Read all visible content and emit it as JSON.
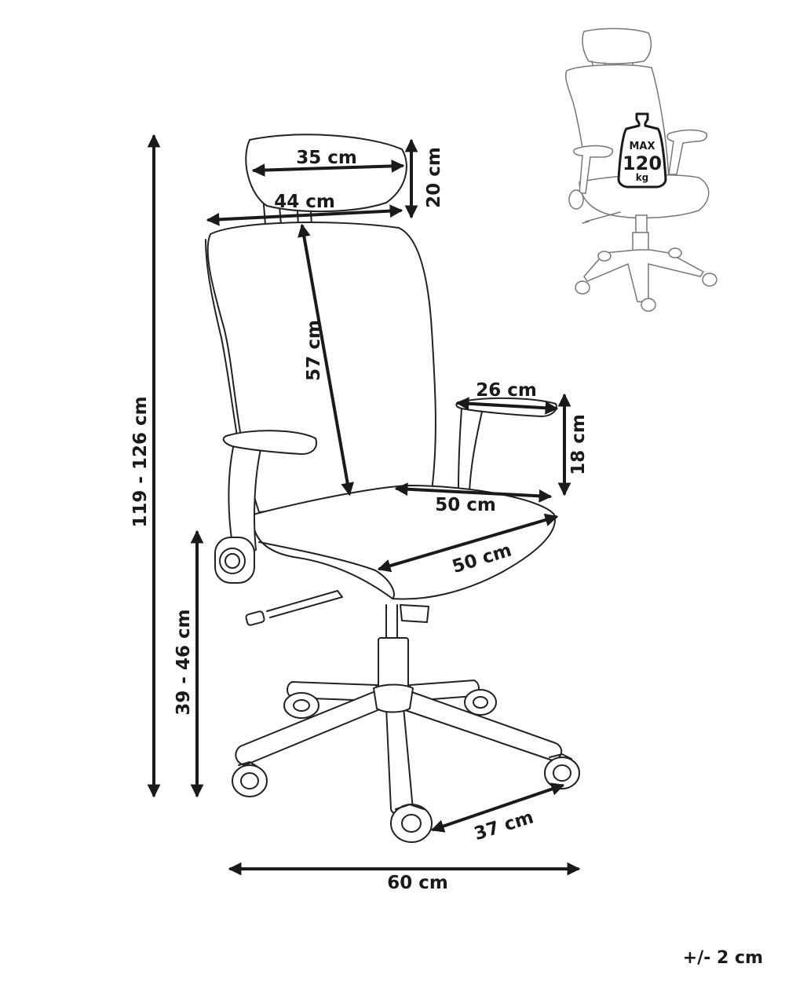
{
  "dimensions": {
    "headrest_width": "35 cm",
    "headrest_height": "20 cm",
    "backrest_width": "44 cm",
    "backrest_height": "57 cm",
    "armrest_length": "26 cm",
    "armrest_height": "18 cm",
    "seat_width": "50 cm",
    "seat_depth": "50 cm",
    "total_height": "119 - 126 cm",
    "seat_height": "39 - 46 cm",
    "caster_spacing": "37 cm",
    "base_width": "60 cm"
  },
  "tolerance": "+/- 2 cm",
  "max_load": {
    "label": "MAX",
    "value": "120",
    "unit": "kg"
  },
  "colors": {
    "line": "#222222",
    "light_line": "#777777",
    "text": "#1a1a1a"
  }
}
